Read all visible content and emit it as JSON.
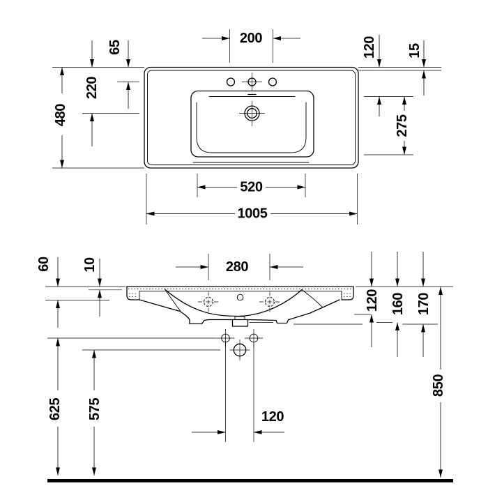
{
  "colors": {
    "line": "#000000",
    "background": "#ffffff"
  },
  "views": {
    "top_view": {
      "dimensions": {
        "tap_hole_spacing": "200",
        "edge_to_tap_holes": "65",
        "edge_to_drain": "220",
        "overall_depth": "480",
        "back_edge_to_basin": "120",
        "back_rim_width": "15",
        "basin_inner_depth": "275",
        "basin_inner_width": "520",
        "overall_width": "1005"
      }
    },
    "front_view": {
      "dimensions": {
        "tap_hole_spacing": "280",
        "front_edge_height": "60",
        "front_lip": "10",
        "depth_to_bowl": "120",
        "depth_mid": "160",
        "depth_outer": "170",
        "rim_height_from_floor": "850",
        "fixing_holes_height": "625",
        "drain_center_height": "575",
        "fixing_hole_spacing": "120"
      }
    }
  }
}
